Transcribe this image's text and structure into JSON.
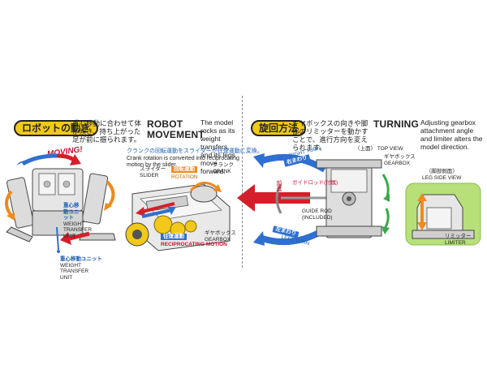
{
  "left": {
    "pill_title": "ロボットの動き",
    "jp_desc": "重心移動に合わせて体が傾き、持ち上がった足が前に振られます。",
    "heading_line1": "ROBOT",
    "heading_line2": "MOVEMENT",
    "en_desc": "The model rocks as its weight transfers, and its legs move forward.",
    "moving_label": "MOVING!",
    "wtu_jp": "重心移動ユニット",
    "wtu_en": "WEIGHT TRANSFER UNIT",
    "crank_jp_desc": "クランクの回転運動をスライダーが往復運動に変換。",
    "crank_en_desc": "Crank rotation is converted into reciprocating motion by the slider.",
    "slider_jp": "スライダー",
    "slider_en": "SLIDER",
    "rotation_jp": "回転運動",
    "rotation_en": "ROTATION",
    "crank_jp": "クランク",
    "crank_en": "CRANK",
    "gearbox_jp": "ギヤボックス",
    "gearbox_en": "GEARBOX",
    "recip_jp": "往復運動",
    "recip_en": "RECIPROCATING MOTION"
  },
  "right": {
    "pill_title": "旋回方法",
    "jp_desc": "ギヤボックスの向きや脚部のリミッターを動かすことで、進行方向を変えられます。",
    "heading": "TURNING",
    "en_desc": "Adjusting gearbox attachment angle and limiter alters the model direction.",
    "top_view_jp": "〈上面〉",
    "top_view_en": "TOP VIEW",
    "gearbox_jp": "ギヤボックス",
    "gearbox_en": "GEARBOX",
    "guide_rod_jp": "ガイドロッド(付属)",
    "guide_rod_en1": "GUIDE ROD",
    "guide_rod_en2": "(INCLUDED)",
    "right_turn_jp": "右まわり",
    "right_turn_en": "RIGHT TURN",
    "left_turn_jp": "左まわり",
    "left_turn_en": "LEFT TURN",
    "leg_side_jp": "〈脚部側面〉",
    "leg_side_en": "LEG SIDE VIEW",
    "limiter_jp": "リミッター",
    "limiter_en": "LIMITER",
    "forward_jp": "前進"
  },
  "colors": {
    "pill": "#f2c91a",
    "blue_arrow": "#2f6fd0",
    "red_arrow": "#d41f2a",
    "green_arrow": "#3aa84a",
    "orange_arrow": "#f08a1c",
    "panel_green": "#b8e07a"
  }
}
